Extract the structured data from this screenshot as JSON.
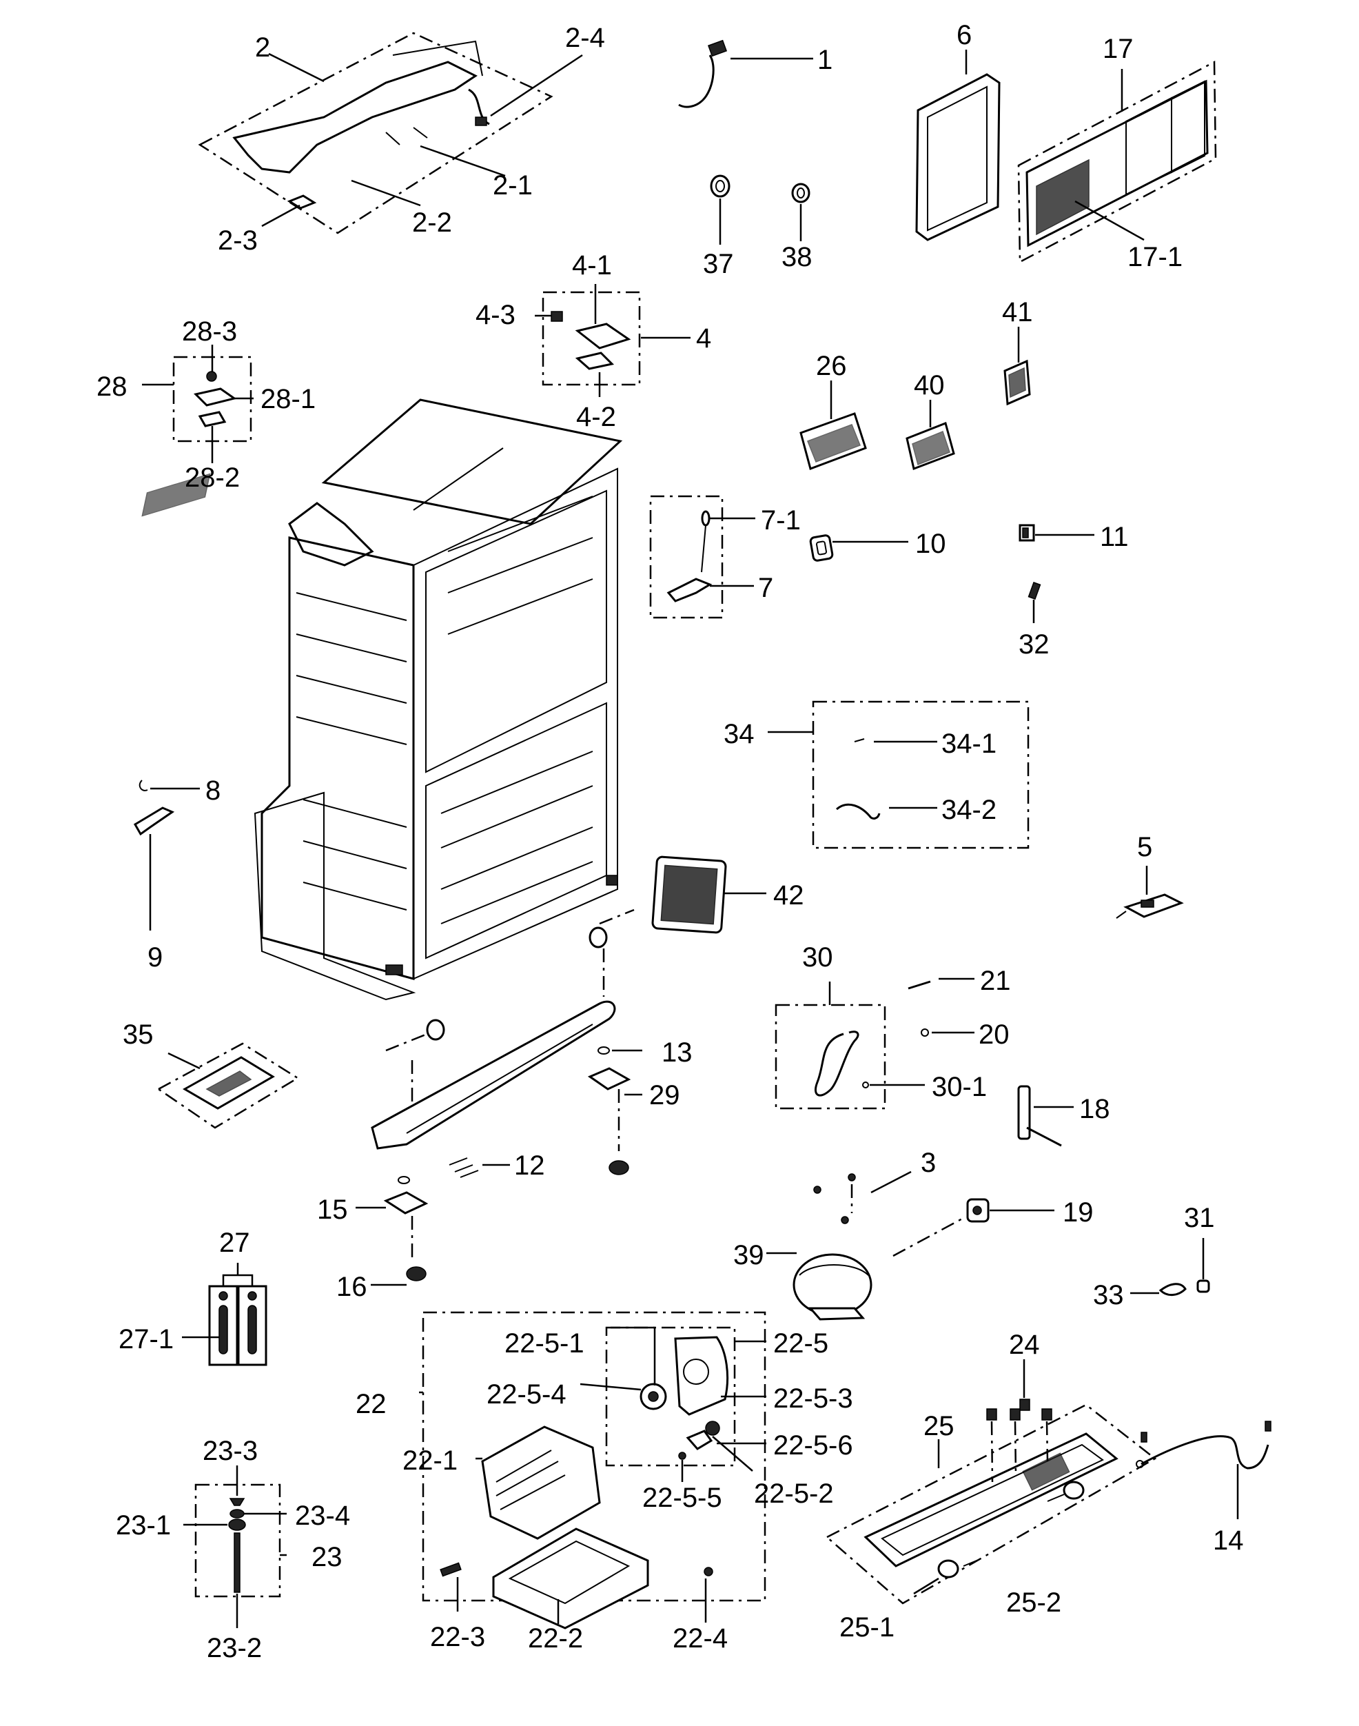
{
  "labels": [
    {
      "id": "2",
      "text": "2"
    },
    {
      "id": "2-4",
      "text": "2-4"
    },
    {
      "id": "2-1",
      "text": "2-1"
    },
    {
      "id": "2-2",
      "text": "2-2"
    },
    {
      "id": "2-3",
      "text": "2-3"
    },
    {
      "id": "1",
      "text": "1"
    },
    {
      "id": "37",
      "text": "37"
    },
    {
      "id": "38",
      "text": "38"
    },
    {
      "id": "6",
      "text": "6"
    },
    {
      "id": "17",
      "text": "17"
    },
    {
      "id": "17-1",
      "text": "17-1"
    },
    {
      "id": "4-1",
      "text": "4-1"
    },
    {
      "id": "4-3",
      "text": "4-3"
    },
    {
      "id": "4",
      "text": "4"
    },
    {
      "id": "4-2",
      "text": "4-2"
    },
    {
      "id": "28-3",
      "text": "28-3"
    },
    {
      "id": "28",
      "text": "28"
    },
    {
      "id": "28-1",
      "text": "28-1"
    },
    {
      "id": "28-2",
      "text": "28-2"
    },
    {
      "id": "41",
      "text": "41"
    },
    {
      "id": "26",
      "text": "26"
    },
    {
      "id": "40",
      "text": "40"
    },
    {
      "id": "7-1",
      "text": "7-1"
    },
    {
      "id": "7",
      "text": "7"
    },
    {
      "id": "10",
      "text": "10"
    },
    {
      "id": "11",
      "text": "11"
    },
    {
      "id": "32",
      "text": "32"
    },
    {
      "id": "34",
      "text": "34"
    },
    {
      "id": "34-1",
      "text": "34-1"
    },
    {
      "id": "34-2",
      "text": "34-2"
    },
    {
      "id": "8",
      "text": "8"
    },
    {
      "id": "9",
      "text": "9"
    },
    {
      "id": "5",
      "text": "5"
    },
    {
      "id": "42",
      "text": "42"
    },
    {
      "id": "30",
      "text": "30"
    },
    {
      "id": "21",
      "text": "21"
    },
    {
      "id": "20",
      "text": "20"
    },
    {
      "id": "30-1",
      "text": "30-1"
    },
    {
      "id": "18",
      "text": "18"
    },
    {
      "id": "35",
      "text": "35"
    },
    {
      "id": "13",
      "text": "13"
    },
    {
      "id": "29",
      "text": "29"
    },
    {
      "id": "12",
      "text": "12"
    },
    {
      "id": "15",
      "text": "15"
    },
    {
      "id": "16",
      "text": "16"
    },
    {
      "id": "3",
      "text": "3"
    },
    {
      "id": "19",
      "text": "19"
    },
    {
      "id": "31",
      "text": "31"
    },
    {
      "id": "39",
      "text": "39"
    },
    {
      "id": "33",
      "text": "33"
    },
    {
      "id": "27",
      "text": "27"
    },
    {
      "id": "27-1",
      "text": "27-1"
    },
    {
      "id": "22-5-1",
      "text": "22-5-1"
    },
    {
      "id": "22-5",
      "text": "22-5"
    },
    {
      "id": "22-5-4",
      "text": "22-5-4"
    },
    {
      "id": "22-5-3",
      "text": "22-5-3"
    },
    {
      "id": "22",
      "text": "22"
    },
    {
      "id": "22-5-6",
      "text": "22-5-6"
    },
    {
      "id": "22-1",
      "text": "22-1"
    },
    {
      "id": "22-5-5",
      "text": "22-5-5"
    },
    {
      "id": "22-5-2",
      "text": "22-5-2"
    },
    {
      "id": "22-3",
      "text": "22-3"
    },
    {
      "id": "22-2",
      "text": "22-2"
    },
    {
      "id": "22-4",
      "text": "22-4"
    },
    {
      "id": "24",
      "text": "24"
    },
    {
      "id": "25",
      "text": "25"
    },
    {
      "id": "14",
      "text": "14"
    },
    {
      "id": "25-1",
      "text": "25-1"
    },
    {
      "id": "25-2",
      "text": "25-2"
    },
    {
      "id": "23-3",
      "text": "23-3"
    },
    {
      "id": "23-1",
      "text": "23-1"
    },
    {
      "id": "23-4",
      "text": "23-4"
    },
    {
      "id": "23",
      "text": "23"
    },
    {
      "id": "23-2",
      "text": "23-2"
    }
  ]
}
